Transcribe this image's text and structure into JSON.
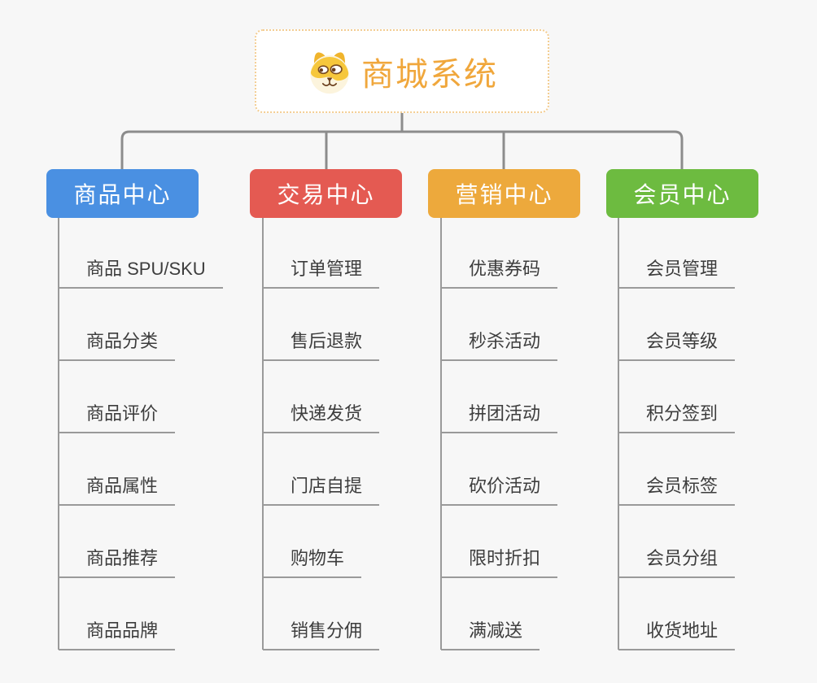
{
  "root": {
    "title": "商城系统",
    "icon": "dog-mascot-icon",
    "title_color": "#f0a73c",
    "border_color": "#f3cd92"
  },
  "branches": [
    {
      "label": "商品中心",
      "color": "#4a90e2",
      "children": [
        "商品 SPU/SKU",
        "商品分类",
        "商品评价",
        "商品属性",
        "商品推荐",
        "商品品牌"
      ]
    },
    {
      "label": "交易中心",
      "color": "#e45a52",
      "children": [
        "订单管理",
        "售后退款",
        "快递发货",
        "门店自提",
        "购物车",
        "销售分佣"
      ]
    },
    {
      "label": "营销中心",
      "color": "#eda93c",
      "children": [
        "优惠券码",
        "秒杀活动",
        "拼团活动",
        "砍价活动",
        "限时折扣",
        "满减送"
      ]
    },
    {
      "label": "会员中心",
      "color": "#6dbb40",
      "children": [
        "会员管理",
        "会员等级",
        "积分签到",
        "会员标签",
        "会员分组",
        "收货地址"
      ]
    }
  ],
  "connector_color": "#8c8c8c",
  "child_line_color": "#9a9a9a",
  "background_color": "#f7f7f7"
}
